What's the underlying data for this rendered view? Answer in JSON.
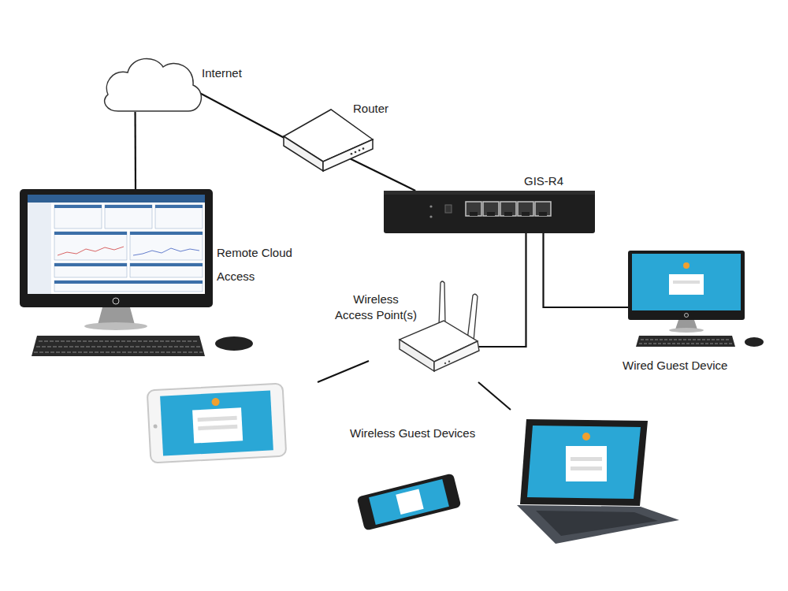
{
  "diagram": {
    "nodes": [
      {
        "text": [
          "Internet"
        ]
      },
      {
        "text": [
          "Router"
        ]
      },
      {
        "text": [
          "GIS-R4"
        ]
      },
      {
        "text": [
          "Remote Cloud Access"
        ]
      },
      {
        "text": [
          "Wireless Access Point(s)"
        ]
      },
      {
        "text": [
          "Wired Guest Device"
        ]
      }
    ],
    "edges": [
      {
        "from": 0,
        "to": 1,
        "arrow": "none"
      },
      {
        "from": 1,
        "to": 2,
        "arrow": "none"
      },
      {
        "from": 0,
        "to": 3,
        "arrow": "none"
      },
      {
        "from": 2,
        "to": 4,
        "arrow": "none"
      },
      {
        "from": 2,
        "to": 5,
        "arrow": "none"
      }
    ],
    "labels": [
      "Wireless Guest Devices"
    ]
  }
}
